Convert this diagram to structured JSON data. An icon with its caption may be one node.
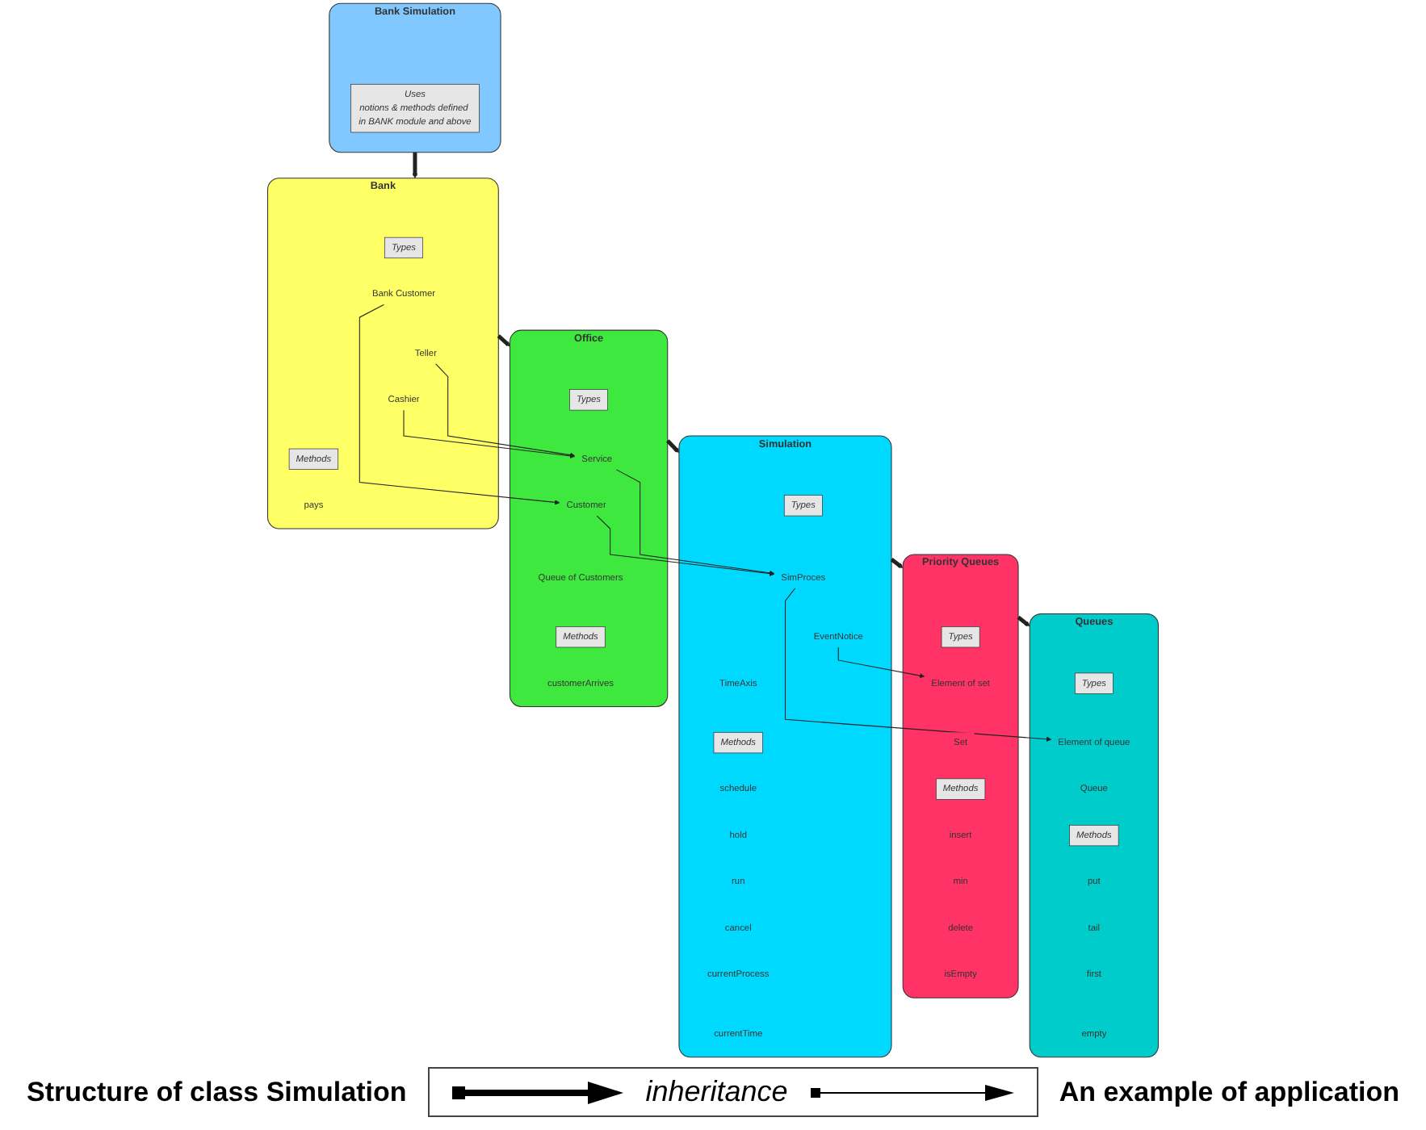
{
  "diagram": {
    "nodes": [
      {
        "text": [
          "Queues"
        ]
      },
      {
        "text": [
          "Types"
        ],
        "in": 0
      },
      {
        "text": [
          "Element of queue"
        ],
        "in": 0
      },
      {
        "text": [
          "Queue"
        ],
        "in": 0
      },
      {
        "text": [
          "Methods"
        ],
        "in": 0
      },
      {
        "text": [
          "put"
        ],
        "in": 0
      },
      {
        "text": [
          "tail"
        ],
        "in": 0
      },
      {
        "text": [
          "first"
        ],
        "in": 0
      },
      {
        "text": [
          "empty"
        ],
        "in": 0
      },
      {
        "text": [
          "Priority Queues"
        ]
      },
      {
        "text": [
          "Types"
        ],
        "in": 9
      },
      {
        "text": [
          "Element of set"
        ],
        "in": 9
      },
      {
        "text": [
          "Set"
        ],
        "in": 9
      },
      {
        "text": [
          "Methods"
        ],
        "in": 9
      },
      {
        "text": [
          "insert"
        ],
        "in": 9
      },
      {
        "text": [
          "min"
        ],
        "in": 9
      },
      {
        "text": [
          "delete"
        ],
        "in": 9
      },
      {
        "text": [
          "isEmpty"
        ],
        "in": 9
      },
      {
        "text": [
          "Simulation"
        ]
      },
      {
        "text": [
          "Types"
        ],
        "in": 18
      },
      {
        "text": [
          "SimProces"
        ],
        "in": 18
      },
      {
        "text": [
          "EventNotice"
        ],
        "in": 18
      },
      {
        "text": [
          "TimeAxis"
        ],
        "in": 18
      },
      {
        "text": [
          "Methods"
        ],
        "in": 18
      },
      {
        "text": [
          "schedule"
        ],
        "in": 18
      },
      {
        "text": [
          "hold"
        ],
        "in": 18
      },
      {
        "text": [
          "run"
        ],
        "in": 18
      },
      {
        "text": [
          "cancel"
        ],
        "in": 18
      },
      {
        "text": [
          "currentProcess"
        ],
        "in": 18
      },
      {
        "text": [
          "currentTime"
        ],
        "in": 18
      },
      {
        "text": [
          "Office"
        ]
      },
      {
        "text": [
          "Types"
        ],
        "in": 30
      },
      {
        "text": [
          "Service"
        ],
        "in": 30
      },
      {
        "text": [
          "Customer"
        ],
        "in": 30
      },
      {
        "text": [
          "Queue of Customers"
        ],
        "in": 30
      },
      {
        "text": [
          "Methods"
        ],
        "in": 30
      },
      {
        "text": [
          "customerArrives"
        ],
        "in": 30
      },
      {
        "text": [
          "Bank"
        ]
      },
      {
        "text": [
          "Types"
        ],
        "in": 37
      },
      {
        "text": [
          "Bank Customer"
        ],
        "in": 37
      },
      {
        "text": [
          "Teller"
        ],
        "in": 37
      },
      {
        "text": [
          "Cashier"
        ],
        "in": 37
      },
      {
        "text": [
          "Methods"
        ],
        "in": 37
      },
      {
        "text": [
          "pays"
        ],
        "in": 37
      },
      {
        "text": [
          "Bank Simulation"
        ]
      },
      {
        "text": [
          "Uses",
          "notions & methods defined in BANK module and above"
        ],
        "in": 44
      }
    ],
    "edges": [
      {
        "from": 9,
        "to": 0,
        "arrow": "to",
        "style": "thick"
      },
      {
        "from": 18,
        "to": 9,
        "arrow": "to",
        "style": "thick"
      },
      {
        "from": 30,
        "to": 18,
        "arrow": "to",
        "style": "thick"
      },
      {
        "from": 37,
        "to": 30,
        "arrow": "to",
        "style": "thick"
      },
      {
        "from": 44,
        "to": 37,
        "arrow": "to",
        "style": "thick"
      },
      {
        "from": 20,
        "to": 2,
        "arrow": "to"
      },
      {
        "from": 21,
        "to": 11,
        "arrow": "to"
      },
      {
        "from": 32,
        "to": 20,
        "arrow": "to"
      },
      {
        "from": 33,
        "to": 20,
        "arrow": "to"
      },
      {
        "from": 39,
        "to": 33,
        "arrow": "to"
      },
      {
        "from": 40,
        "to": 32,
        "arrow": "to"
      },
      {
        "from": 41,
        "to": 32,
        "arrow": "to"
      }
    ],
    "labels": [
      "Structure of class Simulation",
      "An example of application"
    ],
    "legend": [
      {
        "text": "inheritance"
      }
    ]
  }
}
